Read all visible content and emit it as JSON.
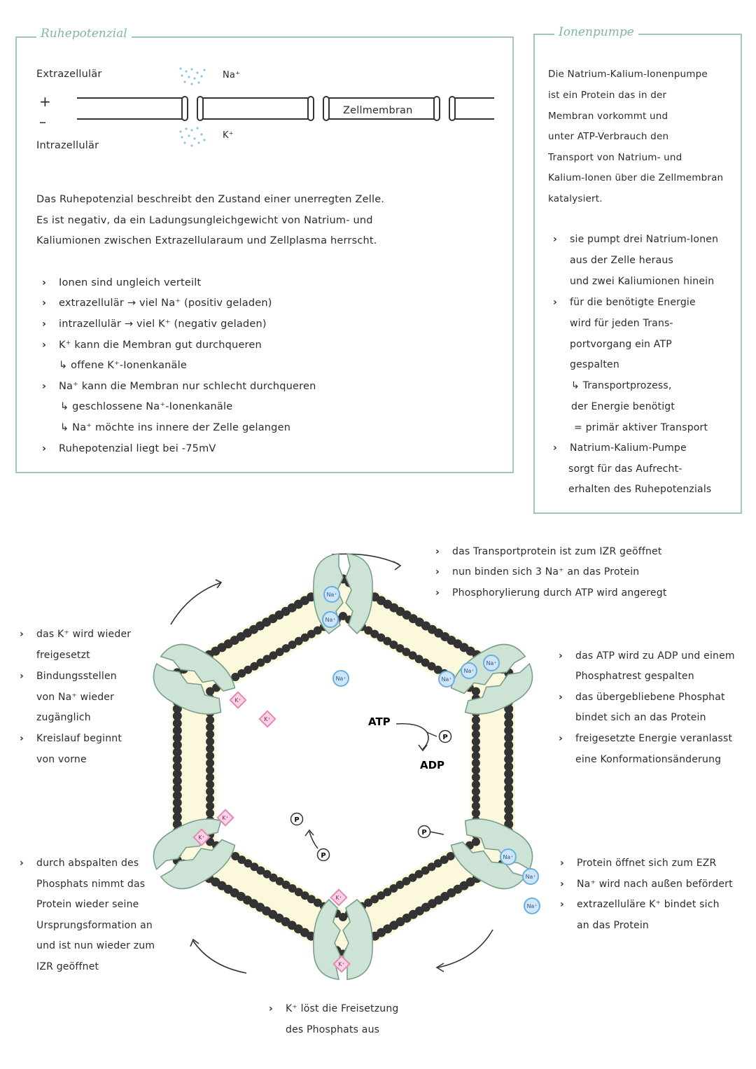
{
  "ruhe": {
    "title": "Ruhepotenzial",
    "extra": "Extrazellulär",
    "intra": "Intrazellulär",
    "plus": "+",
    "minus": "–",
    "na": "Na⁺",
    "k": "K⁺",
    "membrane": "Zellmembran",
    "para": [
      "Das Ruhepotenzial beschreibt den Zustand einer unerregten Zelle.",
      "Es ist negativ, da ein Ladungsungleichgewicht von Natrium- und",
      "Kaliumionen zwischen Extrazellularaum und Zellplasma herrscht."
    ],
    "bullets": [
      "Ionen sind ungleich verteilt",
      "extrazellulär → viel Na⁺ (positiv geladen)",
      "intrazellulär → viel K⁺ (negativ geladen)",
      "K⁺ kann die Membran gut durchqueren",
      "↳ offene K⁺-Ionenkanäle",
      "Na⁺ kann die Membran nur schlecht durchqueren",
      "↳ geschlossene Na⁺-Ionenkanäle",
      "↳ Na⁺ möchte ins innere der Zelle gelangen",
      "Ruhepotenzial liegt bei -75mV"
    ]
  },
  "pumpe": {
    "title": "Ionenpumpe",
    "intro": [
      "Die Natrium-Kalium-Ionenpumpe",
      "ist ein Protein das in der",
      "Membran vorkommt und",
      "unter ATP-Verbrauch den",
      "Transport von Natrium- und",
      "Kalium-Ionen über die Zellmembran",
      "katalysiert."
    ],
    "lines": [
      "sie pumpt drei Natrium-Ionen",
      "aus der Zelle heraus",
      "und zwei Kaliumionen hinein",
      "für die benötigte Energie",
      "wird für jeden Trans-",
      "portvorgang ein ATP",
      "gespalten",
      "↳ Transportprozess,",
      "der Energie benötigt",
      "= primär aktiver Transport",
      "Natrium-Kalium-Pumpe",
      "sorgt für das Aufrecht-",
      "erhalten des Ruhepotenzials"
    ]
  },
  "cycle": {
    "top": [
      "das Transportprotein ist zum IZR geöffnet",
      "nun binden sich 3 Na⁺ an das Protein",
      "Phosphorylierung durch ATP wird angeregt"
    ],
    "right": [
      "das ATP wird zu ADP und einem",
      "Phosphatrest gespalten",
      "das übergebliebene Phosphat",
      "bindet sich an das Protein",
      "freigesetzte Energie veranlasst",
      "eine Konformationsänderung"
    ],
    "left": [
      "das K⁺ wird wieder",
      "freigesetzt",
      "Bindungsstellen",
      "von Na⁺ wieder",
      "zugänglich",
      "Kreislauf beginnt",
      "von vorne"
    ],
    "bottom_right": [
      "Protein öffnet sich zum EZR",
      "Na⁺ wird nach außen befördert",
      "extrazelluläre K⁺ bindet sich",
      "an das Protein"
    ],
    "bottom_left": [
      "durch abspalten des",
      "Phosphats nimmt das",
      "Protein wieder seine",
      "Ursprungsformation an",
      "und ist nun wieder zum",
      "IZR geöffnet"
    ],
    "bottom": [
      "K⁺ löst die Freisetzung",
      "des Phosphats aus"
    ],
    "atp": "ATP",
    "adp": "ADP",
    "p": "P",
    "na": "Na⁺",
    "k": "K⁺"
  },
  "colors": {
    "border": "#9fc9b4",
    "protein": "#cde3d5",
    "protein_stroke": "#7aa08b",
    "membrane_fill": "#fbf8dc",
    "lipid": "#333333",
    "na_fill": "#cfe6fa",
    "na_stroke": "#6aaee0",
    "k_fill": "#fbd3e6",
    "k_stroke": "#e38ab6"
  }
}
